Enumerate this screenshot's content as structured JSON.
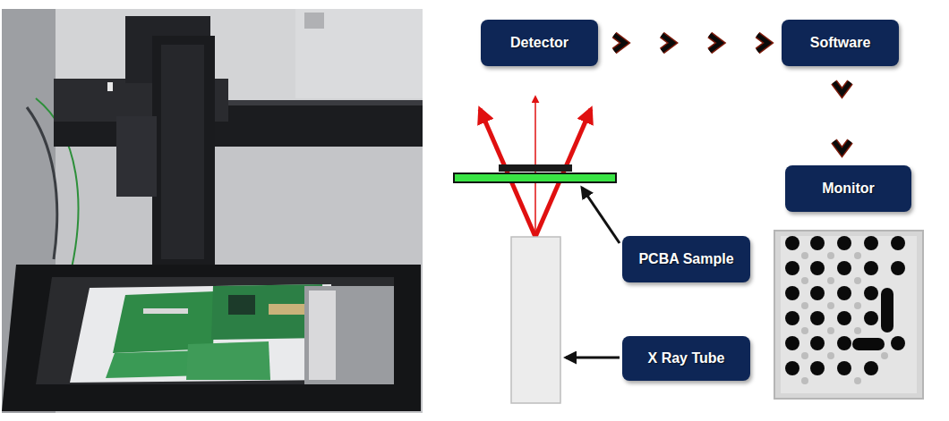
{
  "diagram": {
    "nodes": [
      {
        "text": [
          "Detector"
        ]
      },
      {
        "text": [
          "Software"
        ]
      },
      {
        "text": [
          "Monitor"
        ]
      },
      {
        "text": [
          "PCBA Sample"
        ]
      },
      {
        "text": [
          "X Ray Tube"
        ]
      }
    ],
    "edges": [
      {
        "from": 0,
        "to": 1,
        "arrow": "to"
      },
      {
        "from": 1,
        "to": 2,
        "arrow": "to"
      }
    ]
  }
}
